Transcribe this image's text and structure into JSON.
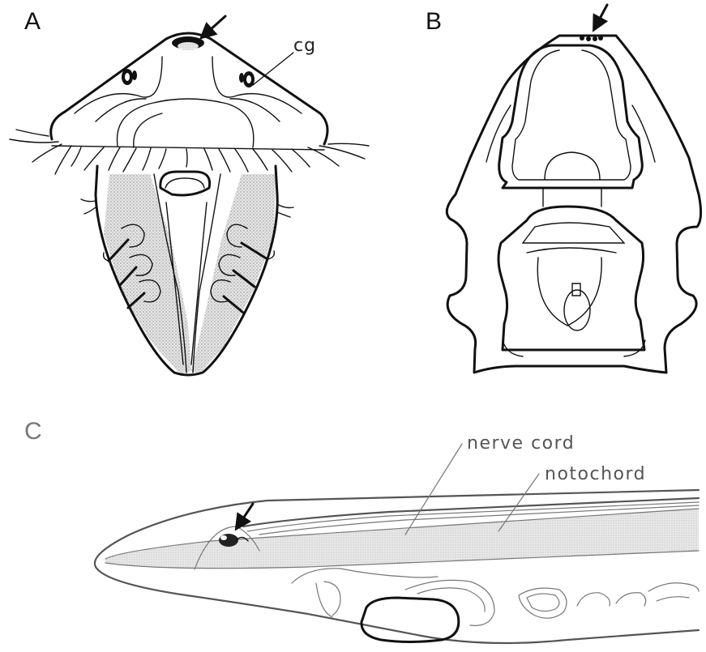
{
  "panels": {
    "a": {
      "letter": "A",
      "label_cg": "cg"
    },
    "b": {
      "letter": "B"
    },
    "c": {
      "letter": "C",
      "label_nerve_cord": "nerve cord",
      "label_notochord": "notochord"
    }
  },
  "colors": {
    "ink": "#111111",
    "stipple": "#cfcfcf",
    "grey_ink": "#555555"
  }
}
